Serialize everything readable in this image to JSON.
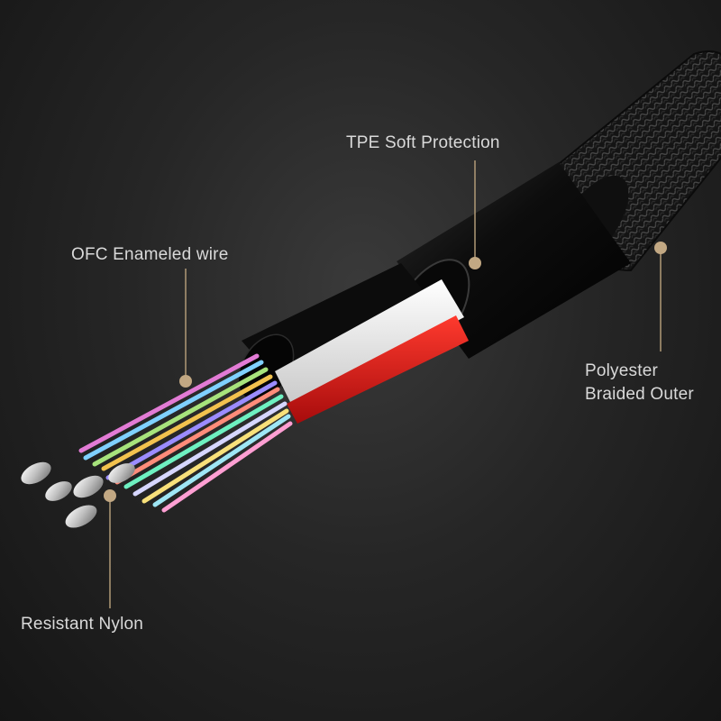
{
  "callouts": {
    "tpe": "TPE Soft Protection",
    "ofc": "OFC Enameled wire",
    "polyester_line1": "Polyester",
    "polyester_line2": "Braided Outer",
    "nylon": "Resistant Nylon"
  },
  "colors": {
    "background": "#222222",
    "callout_line": "#b19a77",
    "callout_dot": "#c2a883",
    "text": "#d9d9d9"
  }
}
